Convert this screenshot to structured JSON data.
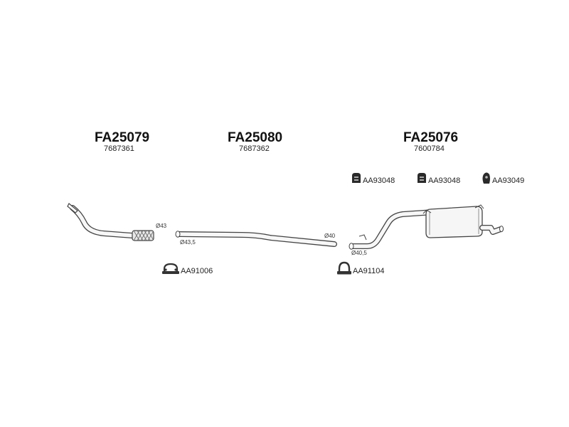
{
  "groups": [
    {
      "code": "FA25079",
      "oem": "7687361"
    },
    {
      "code": "FA25080",
      "oem": "7687362"
    },
    {
      "code": "FA25076",
      "oem": "7600784"
    }
  ],
  "mounts": [
    {
      "ref": "AA93048",
      "icon": "rubber-mount-icon"
    },
    {
      "ref": "AA93048",
      "icon": "rubber-mount-icon"
    },
    {
      "ref": "AA93049",
      "icon": "rubber-hanger-icon"
    }
  ],
  "clamps": [
    {
      "ref": "AA91006",
      "icon": "double-clamp-icon"
    },
    {
      "ref": "AA91104",
      "icon": "u-clamp-icon"
    }
  ],
  "diameters": {
    "front_pipe_outlet": "Ø43",
    "middle_pipe_inlet": "Ø43,5",
    "middle_pipe_outlet": "Ø40",
    "rear_silencer_inlet": "Ø40,5"
  }
}
